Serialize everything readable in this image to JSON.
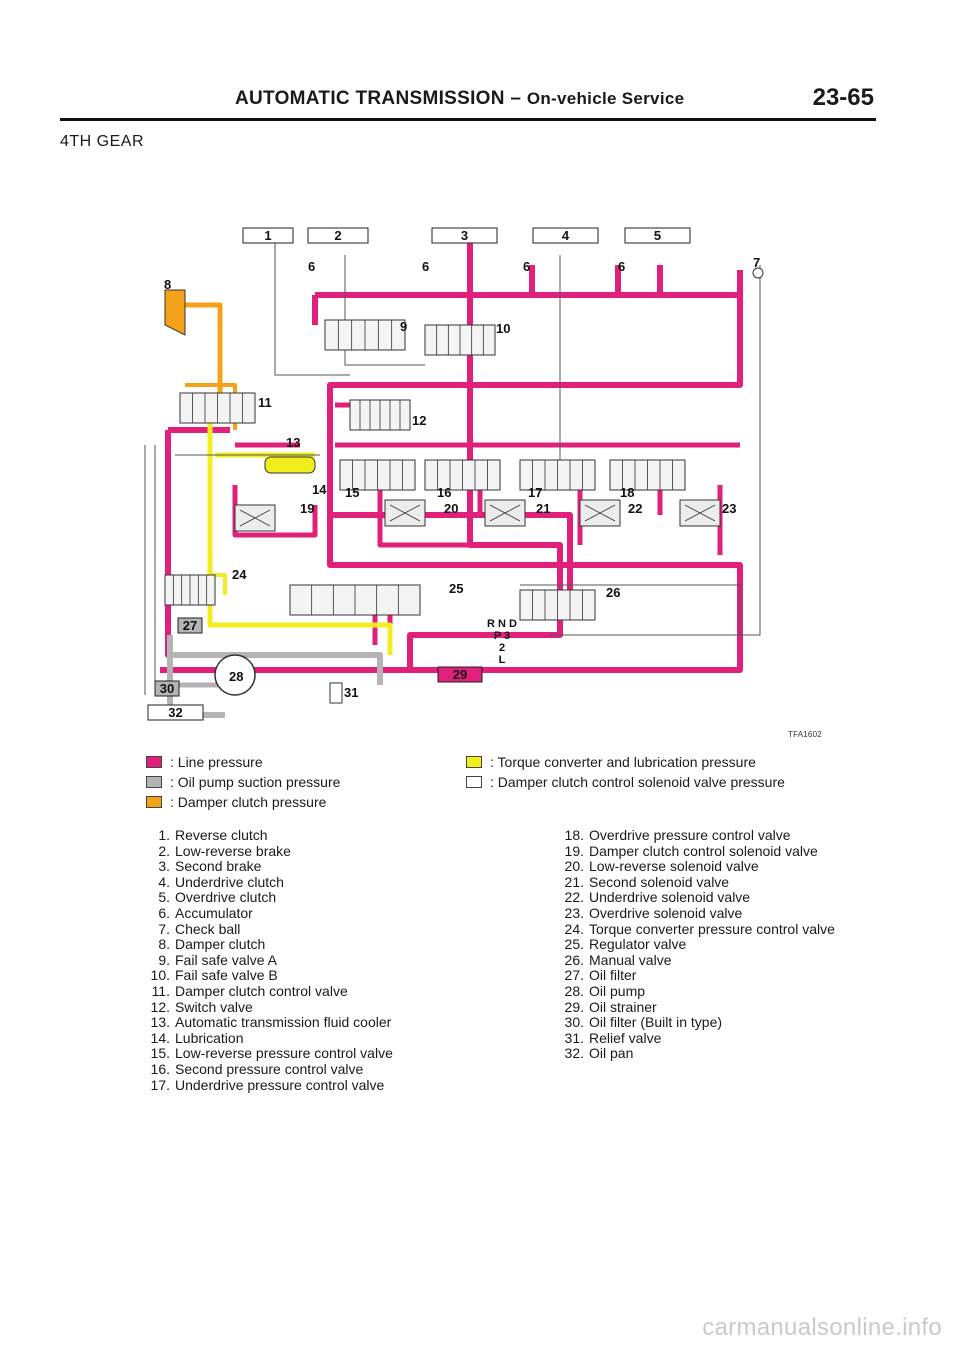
{
  "header": {
    "title_main": "AUTOMATIC TRANSMISSION – ",
    "title_sub": "On-vehicle Service",
    "page_number": "23-65"
  },
  "section_title": "4TH GEAR",
  "diagram": {
    "ref_code": "TFA1602",
    "box_labels": [
      "1",
      "2",
      "3",
      "4",
      "5",
      "27",
      "29",
      "30",
      "32"
    ],
    "callouts": [
      "6",
      "6",
      "6",
      "6",
      "7",
      "8",
      "9",
      "10",
      "11",
      "12",
      "13",
      "14",
      "15",
      "16",
      "17",
      "18",
      "19",
      "20",
      "21",
      "22",
      "23",
      "24",
      "25",
      "26",
      "28",
      "31"
    ],
    "shift_positions": [
      "R N D",
      "P 3",
      "2",
      "L"
    ]
  },
  "legend": [
    {
      "label": ": Line pressure",
      "color": "#e0207a"
    },
    {
      "label": ": Oil pump suction pressure",
      "color": "#b4b4b4"
    },
    {
      "label": ": Damper clutch pressure",
      "color": "#f5a21b"
    },
    {
      "label": ": Torque converter and lubrication pressure",
      "color": "#f2ee1e"
    },
    {
      "label": ": Damper clutch control solenoid valve pressure",
      "color": "#ffffff"
    }
  ],
  "parts_left": [
    {
      "num": "1.",
      "text": "Reverse clutch"
    },
    {
      "num": "2.",
      "text": "Low-reverse brake"
    },
    {
      "num": "3.",
      "text": "Second brake"
    },
    {
      "num": "4.",
      "text": "Underdrive clutch"
    },
    {
      "num": "5.",
      "text": "Overdrive clutch"
    },
    {
      "num": "6.",
      "text": "Accumulator"
    },
    {
      "num": "7.",
      "text": "Check ball"
    },
    {
      "num": "8.",
      "text": "Damper clutch"
    },
    {
      "num": "9.",
      "text": "Fail safe valve A"
    },
    {
      "num": "10.",
      "text": "Fail safe valve B"
    },
    {
      "num": "11.",
      "text": "Damper clutch control valve"
    },
    {
      "num": "12.",
      "text": "Switch valve"
    },
    {
      "num": "13.",
      "text": "Automatic transmission fluid cooler"
    },
    {
      "num": "14.",
      "text": "Lubrication"
    },
    {
      "num": "15.",
      "text": "Low-reverse pressure control valve"
    },
    {
      "num": "16.",
      "text": "Second pressure control valve"
    },
    {
      "num": "17.",
      "text": "Underdrive pressure control valve"
    }
  ],
  "parts_right": [
    {
      "num": "18.",
      "text": "Overdrive pressure control valve"
    },
    {
      "num": "19.",
      "text": "Damper clutch control solenoid valve"
    },
    {
      "num": "20.",
      "text": "Low-reverse solenoid valve"
    },
    {
      "num": "21.",
      "text": "Second solenoid valve"
    },
    {
      "num": "22.",
      "text": "Underdrive solenoid valve"
    },
    {
      "num": "23.",
      "text": "Overdrive solenoid valve"
    },
    {
      "num": "24.",
      "text": "Torque converter pressure control valve"
    },
    {
      "num": "25.",
      "text": "Regulator valve"
    },
    {
      "num": "26.",
      "text": "Manual valve"
    },
    {
      "num": "27.",
      "text": "Oil filter"
    },
    {
      "num": "28.",
      "text": "Oil pump"
    },
    {
      "num": "29.",
      "text": "Oil strainer"
    },
    {
      "num": "30.",
      "text": "Oil filter (Built in type)"
    },
    {
      "num": "31.",
      "text": "Relief valve"
    },
    {
      "num": "32.",
      "text": "Oil pan"
    }
  ],
  "watermark": "carmanualsonline.info"
}
